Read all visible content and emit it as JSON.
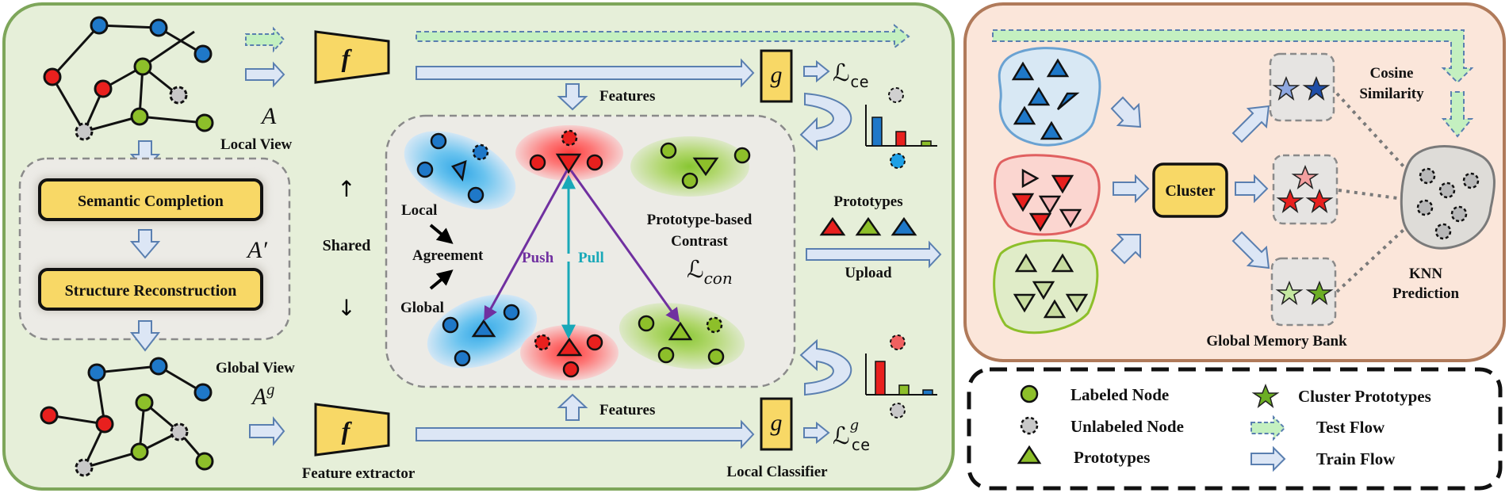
{
  "left_panel": {
    "local_view_label": "Local View",
    "local_view_symbol": "A",
    "semantic_completion": "Semantic Completion",
    "structure_reconstruction": "Structure Reconstruction",
    "augmented_symbol": "A′",
    "global_view_label": "Global View",
    "global_view_symbol": "A",
    "global_view_superscript": "g",
    "shared_label": "Shared",
    "encoder_symbol": "f",
    "feature_extractor_label": "Feature extractor",
    "classifier_symbol": "g",
    "local_classifier_label": "Local Classifier",
    "features_top": "Features",
    "features_bottom": "Features",
    "loss_ce": "ℒ",
    "loss_ce_sub": "ce",
    "loss_ce_g_sup": "g",
    "local_label": "Local",
    "agreement_label": "Agreement",
    "global_label": "Global",
    "push_label": "Push",
    "pull_label": "Pull",
    "contrast_line1": "Prototype-based",
    "contrast_line2": "Contrast",
    "loss_con": "ℒ",
    "loss_con_sub": "con",
    "prototypes_label": "Prototypes",
    "upload_label": "Upload"
  },
  "right_panel": {
    "cluster_label": "Cluster",
    "cosine_line1": "Cosine",
    "cosine_line2": "Similarity",
    "knn_line1": "KNN",
    "knn_line2": "Prediction",
    "memory_bank_label": "Global Memory Bank"
  },
  "legend": {
    "labeled_node": "Labeled Node",
    "unlabeled_node": "Unlabeled Node",
    "prototypes": "Prototypes",
    "cluster_prototypes": "Cluster Prototypes",
    "test_flow": "Test Flow",
    "train_flow": "Train Flow"
  },
  "colors": {
    "panel_left_bg": "#e6efd9",
    "panel_left_border": "#7ea65a",
    "panel_right_bg": "#fbe6da",
    "panel_right_border": "#b07a5a",
    "node_blue": "#1f78c8",
    "node_red": "#e8201e",
    "node_green": "#8dbf2a",
    "node_gray": "#c8c8c8",
    "box_yellow": "#f8d866",
    "arrow_fill": "#dce6f5",
    "arrow_stroke": "#5a7fb0",
    "dashed_arrow_fill": "#c4f0c0",
    "push_color": "#7030a0",
    "pull_color": "#19a8b8"
  }
}
